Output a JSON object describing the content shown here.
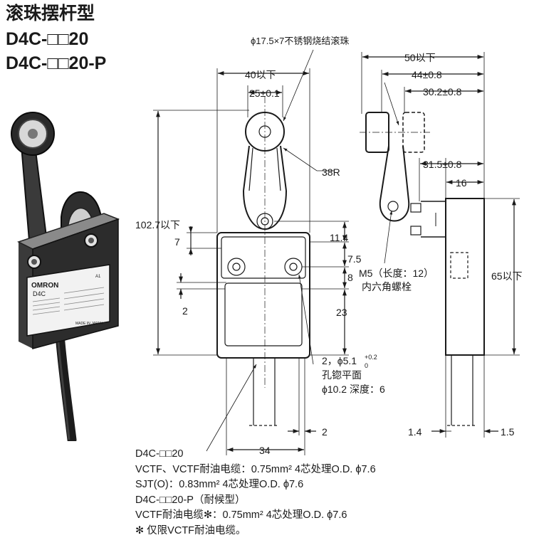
{
  "header": {
    "title": "滚珠摆杆型",
    "model_a": "D4C-□□20",
    "model_b": "D4C-□□20-P"
  },
  "photo": {
    "brand": "OMRON",
    "model": "D4C",
    "code": "A1",
    "made": "MADE IN JAPAN"
  },
  "dims": {
    "roller": "ϕ17.5×7不锈钢烧结滚珠",
    "w40": "40以下",
    "w25": "25±0.1",
    "h102": "102.7以下",
    "r38": "38R",
    "d7": "7",
    "d11": "11.4",
    "d7_5": "7.5",
    "d8": "8",
    "d2_left": "2",
    "d23": "23",
    "hole_a": "2，ϕ5.1",
    "hole_tol_up": "+0.2",
    "hole_tol_dn": "0",
    "hole_b": "孔锪平面",
    "hole_c": "ϕ10.2 深度：6",
    "d2_bottom": "2",
    "w34": "34",
    "w50": "50以下",
    "w44": "44±0.8",
    "w30": "30.2±0.8",
    "w31": "31.5±0.8",
    "w16": "16",
    "m5_a": "M5（长度：12）",
    "m5_b": "内六角螺栓",
    "h65": "65以下",
    "w1_4": "1.4",
    "w1_5": "1.5"
  },
  "notes": [
    "D4C-□□20",
    "VCTF、VCTF耐油电缆：0.75mm² 4芯处理O.D. ϕ7.6",
    "SJT(O)：0.83mm² 4芯处理O.D. ϕ7.6",
    "D4C-□□20-P（耐候型）",
    "VCTF耐油电缆✻：0.75mm² 4芯处理O.D. ϕ7.6",
    "✻ 仅限VCTF耐油电缆。"
  ]
}
